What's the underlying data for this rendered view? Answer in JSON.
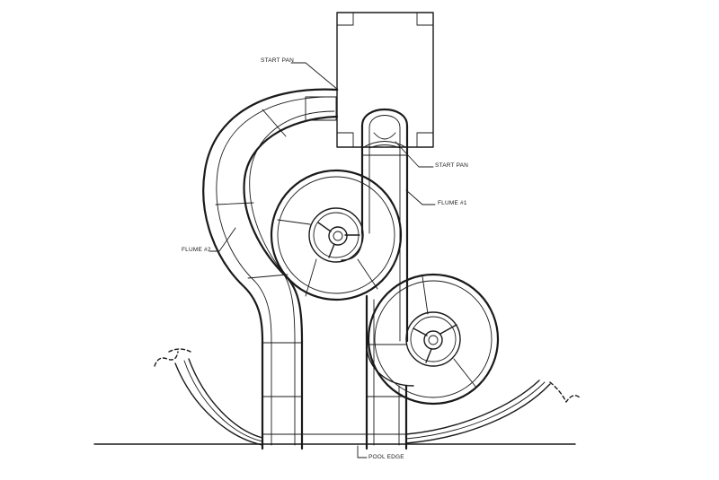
{
  "labels": {
    "start_pan_top": "START PAN",
    "start_pan_right": "START PAN",
    "flume_1": "FLUME #1",
    "flume_2": "FLUME #2",
    "pool_edge": "POOL EDGE"
  },
  "colors": {
    "line": "#1a1a1a",
    "background": "#ffffff"
  }
}
